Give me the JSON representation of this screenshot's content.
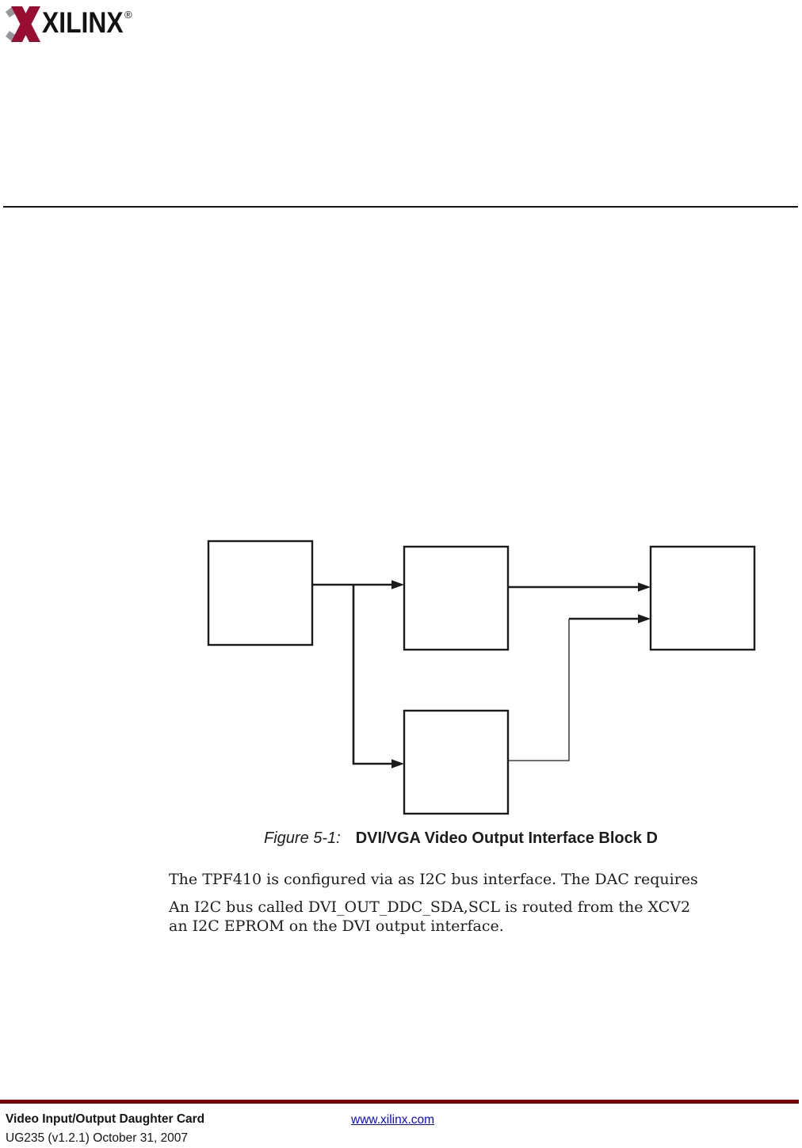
{
  "logo": {
    "brand": "XILINX",
    "registered_mark": "®"
  },
  "figure": {
    "caption_label": "Figure 5-1:",
    "caption_title": "DVI/VGA Video Output Interface Block D"
  },
  "body": {
    "paragraph1": "The TPF410 is configured via as I2C bus interface. The DAC requires",
    "paragraph2": "An I2C bus called DVI_OUT_DDC_SDA,SCL is routed from the XCV2\nan I2C EPROM on the DVI output interface."
  },
  "footer": {
    "doc_title": "Video Input/Output Daughter Card",
    "doc_id": "UG235 (v1.2.1) October 31, 2007",
    "link_text": "www.xilinx.com"
  },
  "colors": {
    "brand_red": "#9a0d33",
    "accent_gray": "#95979a",
    "footer_rule": "#7b0004",
    "link_blue": "#0707ee",
    "ink": "#1b1b1b"
  }
}
